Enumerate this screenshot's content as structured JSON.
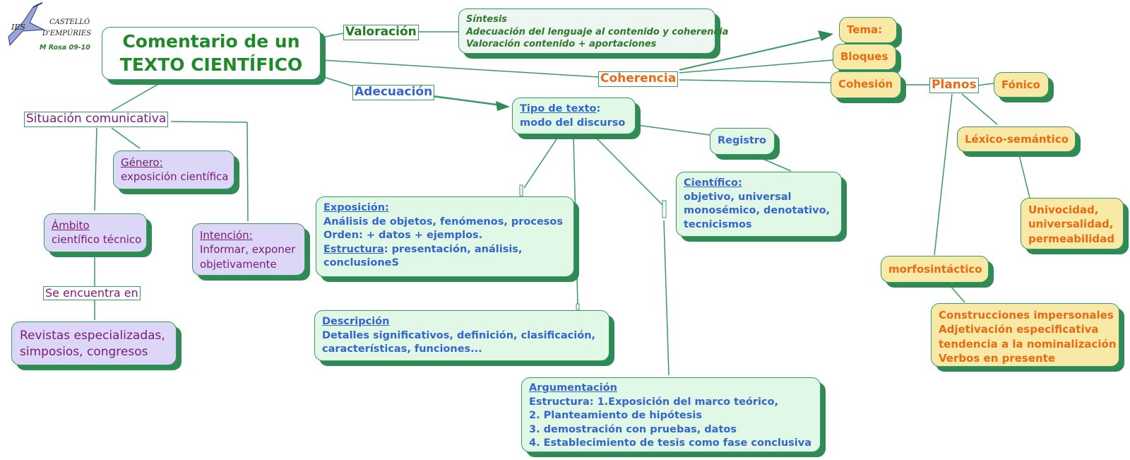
{
  "logo": {
    "line1": "IES",
    "line2": "CASTELLÓ",
    "line3": "D'EMPÚRIES",
    "author": "M Rosa 09-10"
  },
  "title": {
    "line1": "Comentario de un",
    "line2": "TEXTO CIENTÍFICO"
  },
  "labels": {
    "valoracion": "Valoración",
    "adecuacion": "Adecuación",
    "coherencia": "Coherencia",
    "situacion": "Situación comunicativa",
    "se_encuentra": "Se encuentra en",
    "planos": "Planos"
  },
  "valoracion_box": {
    "lines": [
      "Síntesis",
      "Adecuación del lenguaje  al contenido y coherencia",
      "Valoración contenido + aportaciones"
    ]
  },
  "genero": {
    "head": "Género:",
    "text": "exposición científica"
  },
  "ambito": {
    "head": "Ámbito",
    "text": "científico técnico"
  },
  "intencion": {
    "head": "Intención:",
    "lines": [
      "Informar, exponer",
      "objetivamente"
    ]
  },
  "revistas": {
    "lines": [
      "Revistas especializadas,",
      "simposios, congresos"
    ]
  },
  "tipo_texto": {
    "head": "Tipo de texto",
    "colon": ":",
    "text": "modo del discurso"
  },
  "registro": "Registro",
  "cientifico": {
    "head": "Científico:",
    "lines": [
      "objetivo, universal",
      "monosémico, denotativo,",
      "tecnicismos"
    ]
  },
  "exposicion": {
    "head": "Exposición:",
    "line1": "Análisis de objetos, fenómenos, procesos",
    "line2": "Orden: + datos + ejemplos.",
    "estructura_head": "Estructura",
    "estructura_text": ": presentación, análisis,",
    "line4": "conclusioneS"
  },
  "descripcion": {
    "head": "Descripción",
    "lines": [
      "Detalles significativos, definición, clasificación,",
      "características, funciones..."
    ]
  },
  "argumentacion": {
    "head": "Argumentación",
    "lines": [
      "Estructura: 1.Exposición del marco teórico,",
      "2. Planteamiento de hipótesis",
      "3. demostración con pruebas, datos",
      "4. Establecimiento de tesis como fase conclusiva"
    ]
  },
  "tema": "Tema:",
  "bloques": "Bloques",
  "cohesion": "Cohesión",
  "fonico": "Fónico",
  "lexico": "Léxico-semántico",
  "univocidad": {
    "lines": [
      "Univocidad,",
      "universalidad,",
      "permeabilidad"
    ]
  },
  "morfo": "morfosintáctico",
  "construcciones": {
    "lines": [
      "Construcciones impersonales",
      "Adjetivación especificativa",
      "tendencia a la nominalización",
      "Verbos en presente"
    ]
  },
  "colors": {
    "green_fill": "#e2f8e6",
    "purple_fill": "#dcd6f7",
    "yellow_fill": "#f9e9a6",
    "shadow": "#2f8a55",
    "blue_text": "#3366cc",
    "orange_text": "#e86a12",
    "purple_text": "#7a1a7a",
    "title_green": "#1f8a2a"
  }
}
